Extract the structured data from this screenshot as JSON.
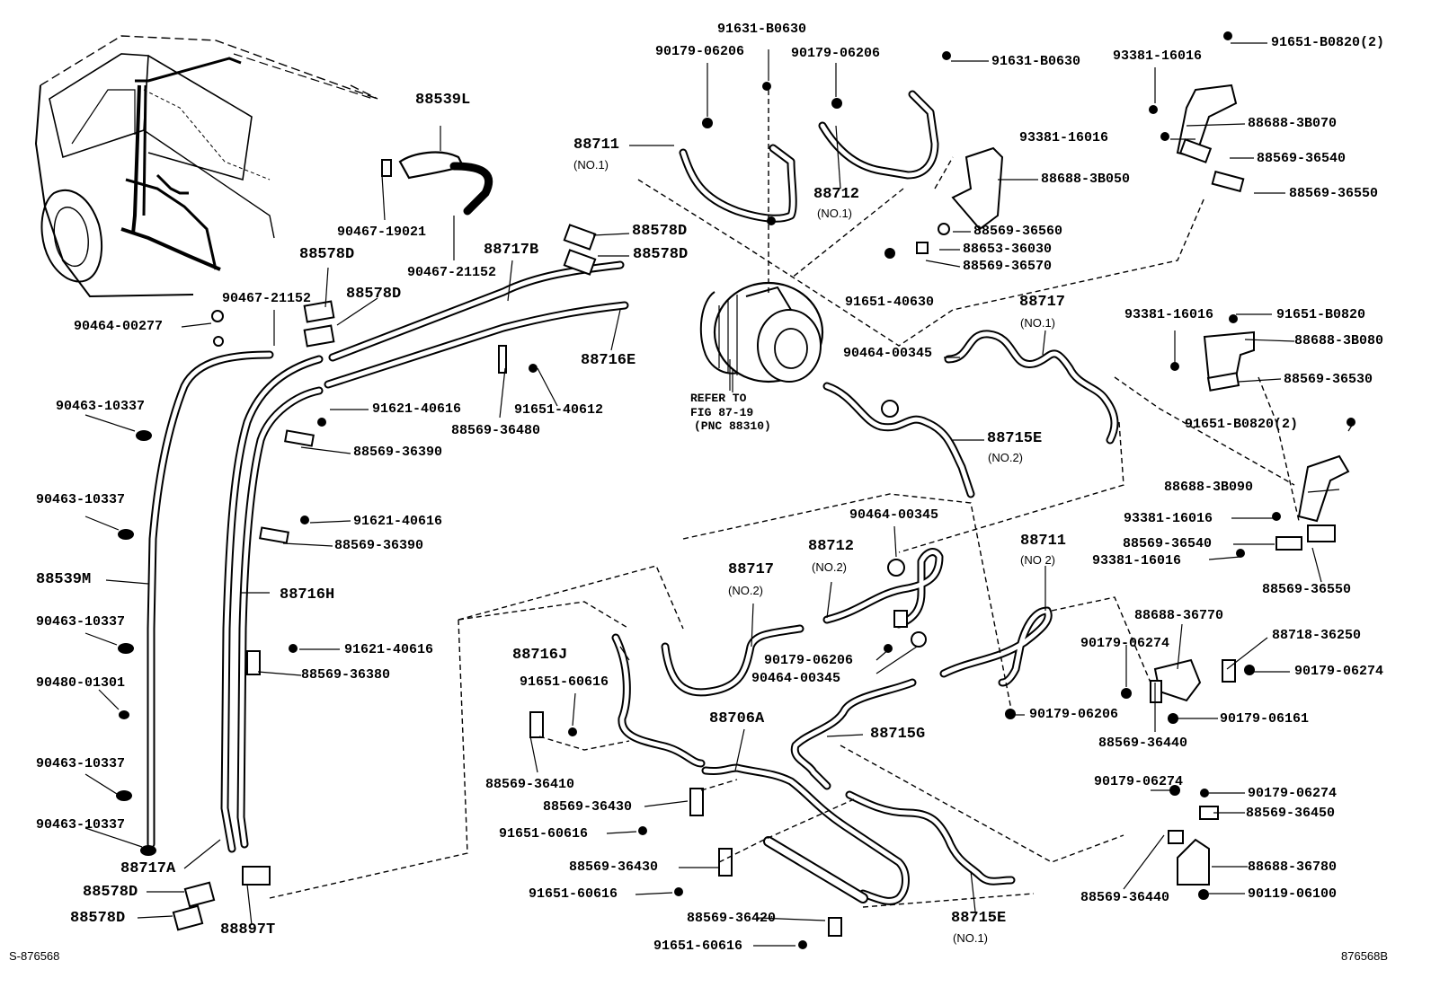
{
  "labels": {
    "l01": "91631-B0630",
    "l02": "90179-06206",
    "l03": "90179-06206",
    "l04": "91631-B0630",
    "l05": "93381-16016",
    "l06": "91651-B0820(2)",
    "l07": "88539L",
    "l08": "88711",
    "l09": "(NO.1)",
    "l10": "88688-3B070",
    "l11": "93381-16016",
    "l12": "88569-36540",
    "l13": "88688-3B050",
    "l14": "88569-36550",
    "l15": "88712",
    "l16": "(NO.1)",
    "l17": "88569-36560",
    "l18": "88653-36030",
    "l19": "90467-19021",
    "l20": "88578D",
    "l21": "88717B",
    "l22": "88578D",
    "l23": "88569-36570",
    "l24": "90467-21152",
    "l25": "88578D",
    "l26": "91651-40630",
    "l27": "88717",
    "l28": "(NO.1)",
    "l29": "90467-21152",
    "l30": "88578D",
    "l31": "93381-16016",
    "l32": "91651-B0820",
    "l33": "90464-00277",
    "l34": "88688-3B080",
    "l35": "88716E",
    "l36": "90464-00345",
    "l37": "88569-36530",
    "l38": "90463-10337",
    "l39": "91621-40616",
    "l40": "88569-36480",
    "l41": "91651-40612",
    "l42": "91651-B0820(2)",
    "l43": "88715E",
    "l44": "(NO.2)",
    "l45": "88569-36390",
    "l46": "88688-3B090",
    "l47": "90463-10337",
    "l48": "90464-00345",
    "l49": "93381-16016",
    "l50": "91621-40616",
    "l51": "88569-36390",
    "l52": "88712",
    "l53": "88711",
    "l54": "88569-36540",
    "l55": "(NO.2)",
    "l56": "(NO 2)",
    "l57": "93381-16016",
    "l58": "88717",
    "l59": "88539M",
    "l60": "(NO.2)",
    "l61": "88716H",
    "l62": "88569-36550",
    "l63": "88688-36770",
    "l64": "90463-10337",
    "l65": "88716J",
    "l66": "91621-40616",
    "l67": "88718-36250",
    "l68": "90179-06274",
    "l69": "90179-06206",
    "l70": "88569-36380",
    "l71": "90464-00345",
    "l72": "90179-06274",
    "l73": "90480-01301",
    "l74": "91651-60616",
    "l75": "90179-06206",
    "l76": "90179-06161",
    "l77": "88706A",
    "l78": "88715G",
    "l79": "88569-36440",
    "l80": "90463-10337",
    "l81": "88569-36410",
    "l82": "90179-06274",
    "l83": "90179-06274",
    "l84": "88569-36430",
    "l85": "88569-36450",
    "l86": "90463-10337",
    "l87": "91651-60616",
    "l88": "88717A",
    "l89": "88569-36430",
    "l90": "88688-36780",
    "l91": "88578D",
    "l92": "91651-60616",
    "l93": "88569-36440",
    "l94": "90119-06100",
    "l95": "88578D",
    "l96": "88897T",
    "l97": "88569-36420",
    "l98": "88715E",
    "l99": "91651-60616",
    "l100": "(NO.1)"
  },
  "reference": {
    "line1": "REFER TO",
    "line2": "FIG 87-19",
    "line3": "(PNC 88310)"
  },
  "footer": {
    "left_code": "S-876568",
    "right_code": "876568B"
  }
}
